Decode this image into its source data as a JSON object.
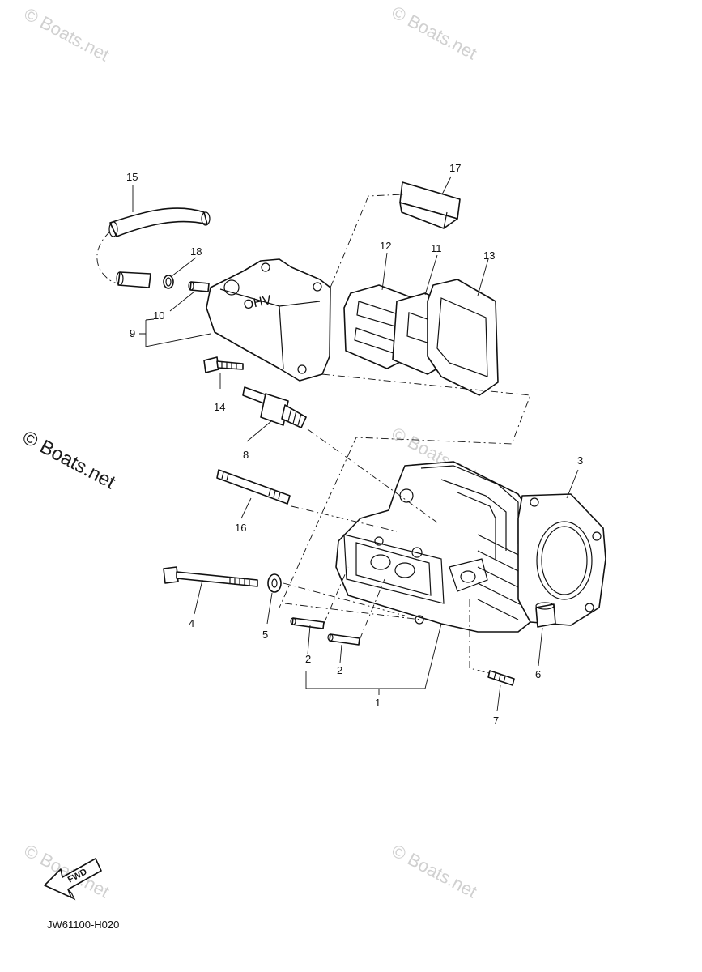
{
  "labels": {
    "p1": "1",
    "p2a": "2",
    "p2b": "2",
    "p3": "3",
    "p4": "4",
    "p5": "5",
    "p6": "6",
    "p7": "7",
    "p8": "8",
    "p9": "9",
    "p10": "10",
    "p11": "11",
    "p12": "12",
    "p13": "13",
    "p14": "14",
    "p15": "15",
    "p16": "16",
    "p17": "17",
    "p18": "18"
  },
  "watermark": "© Boats.net",
  "side_watermark": "© Boats.net",
  "cover_text": "OHV",
  "fwd_label": "FWD",
  "diagram_code": "JW61100-H020"
}
